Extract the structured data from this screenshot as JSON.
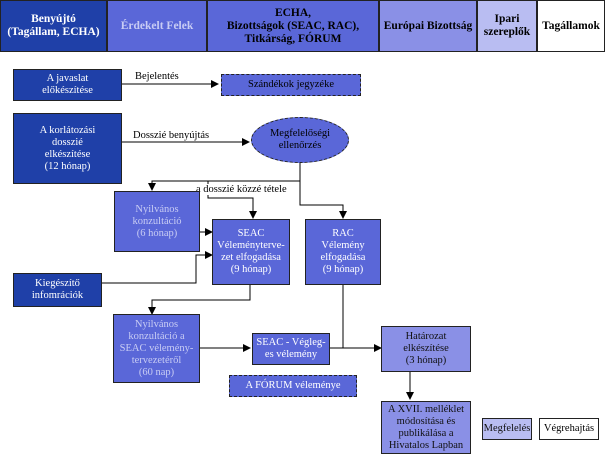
{
  "header": {
    "col1": "Benyújtó\n(Tagállam, ECHA)",
    "col2": "Érdekelt Felek",
    "col3": "ECHA,\nBizottságok (SEAC, RAC),\nTitkárság, FÓRUM",
    "col4": "Európai Bizottság",
    "col5": "Ipari\nszereplők",
    "col6": "Tagállamok"
  },
  "nodes": {
    "proposal_prep": "A javaslat\nelőkészítése",
    "intent_register": "Szándékok jegyzéke",
    "dossier_prep": "A korlátozási\ndosszié\nelkészítése\n(12 hónap)",
    "compliance_check": "Megfelelőségi\nellenőrzés",
    "public_consult": "Nyilvános\nkonzultáció\n(6 hónap)",
    "seac_draft": "SEAC\nVéleményterve-\nzet elfogadása\n(9 hónap)",
    "rac_opinion": "RAC\nVélemény\nelfogadása\n(9 hónap)",
    "extra_info": "Kiegészítő\ninfomrációk",
    "public_consult_seac": "Nyilvános\nkonzultáció a\nSEAC vélemény-\ntervezetéről\n(60 nap)",
    "seac_final": "SEAC - Végleg-\nes vélemény",
    "forum_opinion": "A FÓRUM véleménye",
    "decision_prep": "Határozat\nelkészítése\n(3 hónap)",
    "annex_xvii": "A XVII. melléklet\nmódosítása és\npublikálása a\nHivatalos Lapban",
    "legend_compliance": "Megfelelés",
    "legend_enforcement": "Végrehajtás"
  },
  "edge_labels": {
    "notification": "Bejelentés",
    "dossier_submission": "Dosszié benyújtás",
    "dossier_publication": "a dosszié közzé tétele"
  },
  "colors": {
    "dark_blue": "#1f40a8",
    "medium_blue": "#5a67d8",
    "light_blue": "#8a90e6",
    "pale_blue": "#b9bdf2"
  }
}
